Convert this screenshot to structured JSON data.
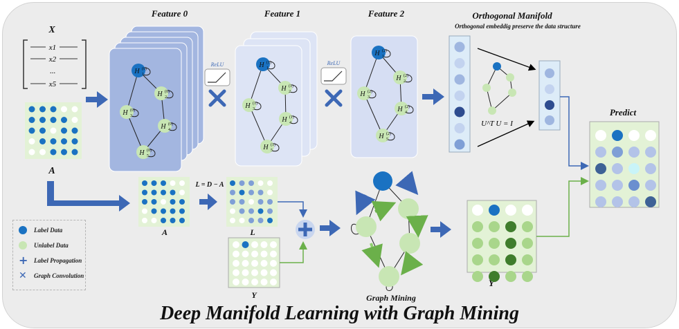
{
  "title": "Deep Manifold Learning with Graph Mining",
  "input": {
    "x_label": "X",
    "rows": [
      "x1",
      "x2",
      "...",
      "x5"
    ],
    "a_label": "A"
  },
  "features": [
    {
      "title": "Feature 0",
      "sup": "(0)"
    },
    {
      "title": "Feature 1",
      "sup": "(1)"
    },
    {
      "title": "Feature 2",
      "sup": "(2)"
    }
  ],
  "relu_label": "ReLU",
  "manifold": {
    "title": "Orthogonal Manifold",
    "subtitle": "Orthogonal embeddig preserve the data structure",
    "equation": "U^T U = I"
  },
  "predict_label": "Predict",
  "laplacian": {
    "equation": "L = D − A",
    "a_label": "A",
    "l_label": "L",
    "y_label": "Y"
  },
  "graph_mining_label": "Graph Mining",
  "yhat_label": "Ŷ",
  "legend": [
    {
      "icon": "label-data-icon",
      "text": "Label Data"
    },
    {
      "icon": "unlabel-data-icon",
      "text": "Unlabel Data"
    },
    {
      "icon": "plus-icon",
      "text": "Label Propagation"
    },
    {
      "icon": "cross-icon",
      "text": "Graph Convolution"
    }
  ],
  "colors": {
    "label": "#1a72c2",
    "unlabel": "#c8e6b4",
    "arrow": "#3d68b5",
    "green_line": "#6bb04a",
    "feature0": "#a3b6e0",
    "feature1": "#dde4f5"
  }
}
